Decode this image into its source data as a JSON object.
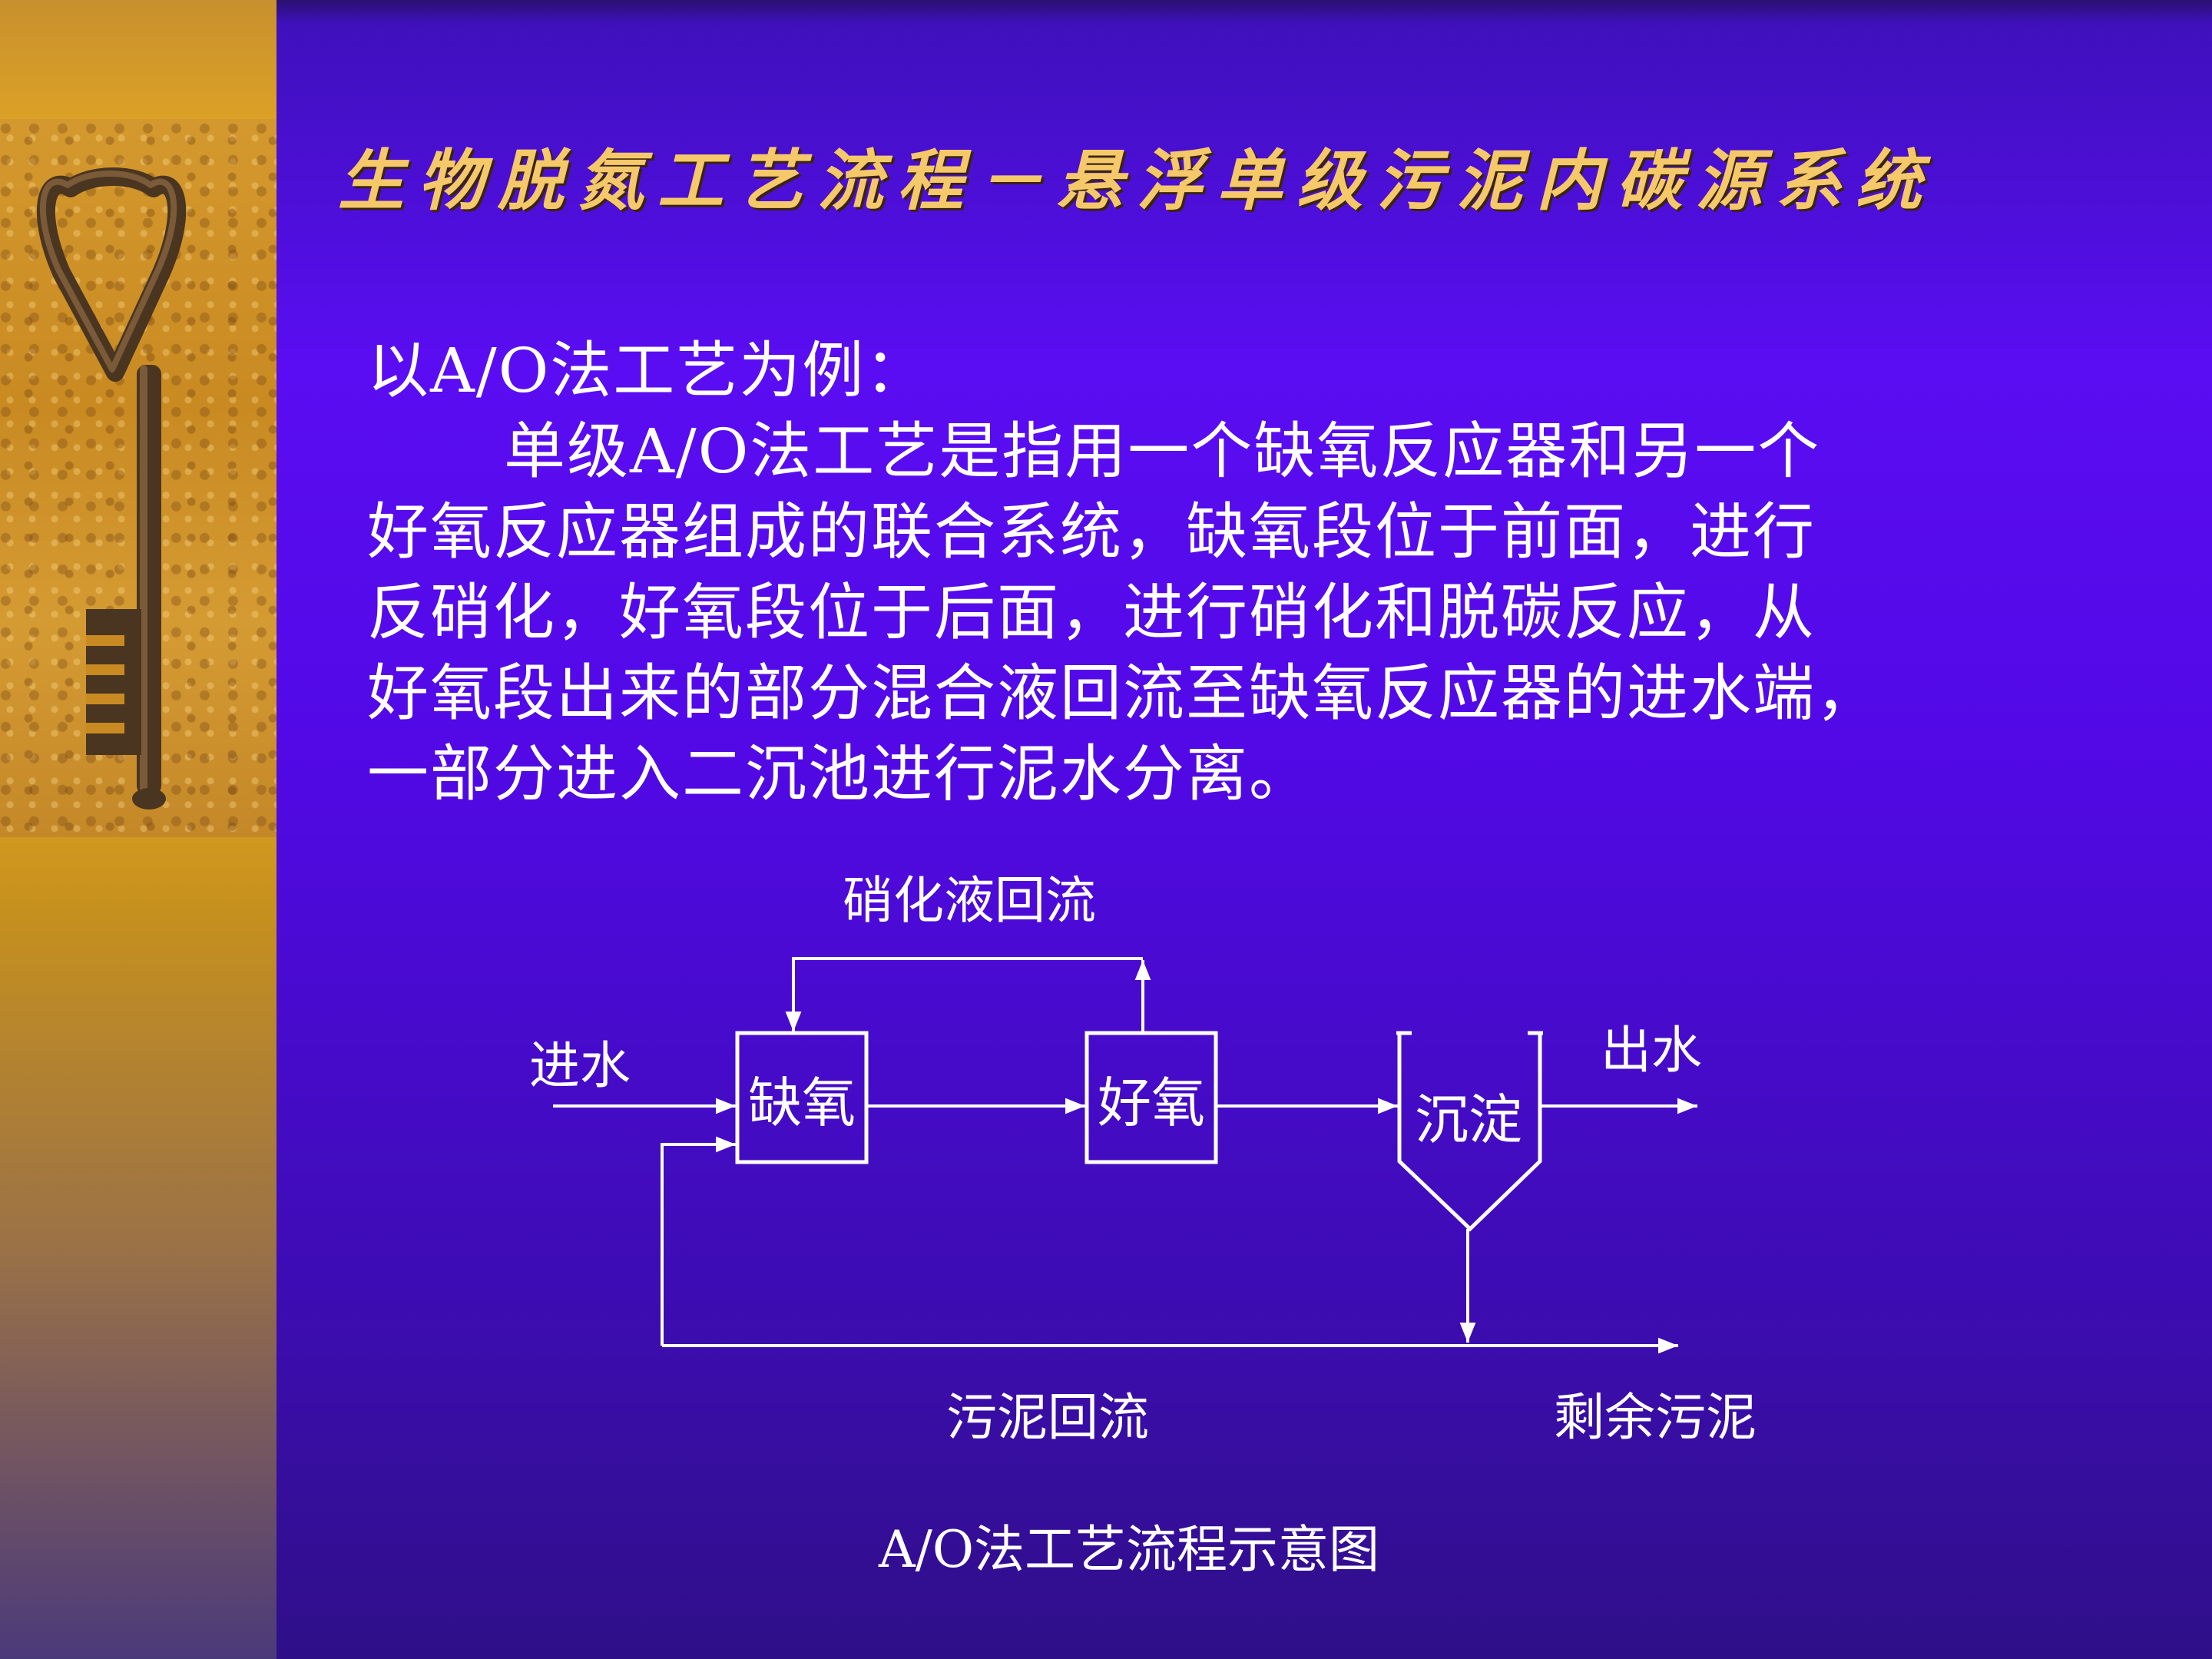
{
  "slide": {
    "title": "生物脱氮工艺流程－悬浮单级污泥内碳源系统",
    "intro": "以A/O法工艺为例：",
    "paragraph_lines": [
      "单级A/O法工艺是指用一个缺氧反应器和另一个",
      "好氧反应器组成的联合系统，缺氧段位于前面，进行",
      "反硝化，好氧段位于后面，进行硝化和脱碳反应，从",
      "好氧段出来的部分混合液回流至缺氧反应器的进水端，",
      "一部分进入二沉池进行泥水分离。"
    ]
  },
  "diagram": {
    "nodes": {
      "anoxic": "缺氧",
      "aerobic": "好氧",
      "settling": "沉淀"
    },
    "labels": {
      "nitrified_return": "硝化液回流",
      "inflow": "进水",
      "outflow": "出水",
      "sludge_return": "污泥回流",
      "excess_sludge": "剩余污泥"
    },
    "caption": "A/O法工艺流程示意图"
  },
  "colors": {
    "title": "#f5c86a",
    "text": "#ffffff",
    "background": "#5a0df2",
    "sidebar": "#e8ab1c"
  }
}
